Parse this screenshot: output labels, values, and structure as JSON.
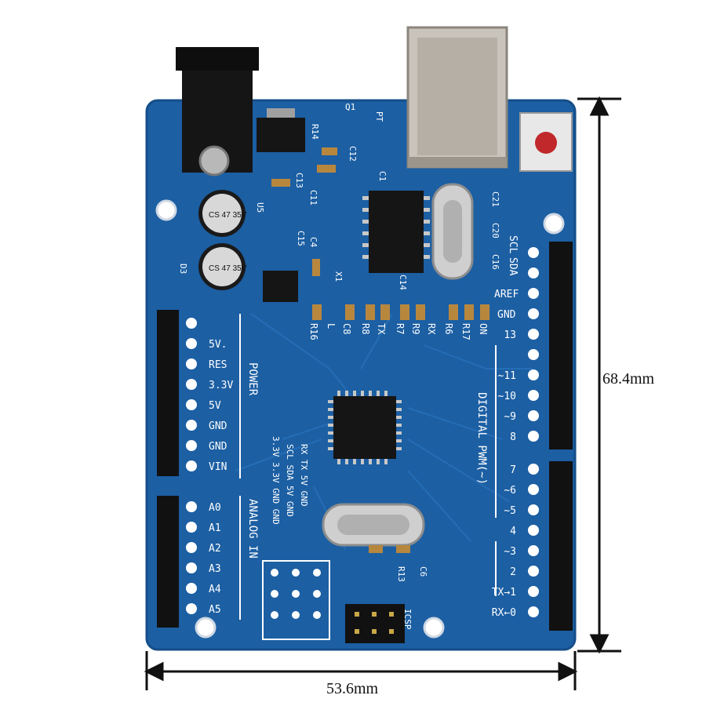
{
  "dimensions": {
    "height_label": "68.4mm",
    "width_label": "53.6mm"
  },
  "colors": {
    "board": "#1c5fa3",
    "board_edge": "#164e89",
    "silk": "#ffffff",
    "header": "#1a1a1a"
  },
  "power_header": {
    "title": "POWER",
    "pins": [
      "5V.",
      "RES",
      "3.3V",
      "5V",
      "GND",
      "GND",
      "VIN"
    ]
  },
  "analog_header": {
    "title": "ANALOG IN",
    "pins": [
      "A0",
      "A1",
      "A2",
      "A3",
      "A4",
      "A5"
    ]
  },
  "top_right_labels": [
    "SCL",
    "SDA",
    "AREF",
    "GND"
  ],
  "digital_pins": [
    "13",
    "~11",
    "~10",
    "~9",
    "8",
    "7",
    "~6",
    "~5",
    "4",
    "~3",
    "2",
    "TX→1",
    "RX←0"
  ],
  "digital_title": "DIGITAL PWM(~)",
  "led_labels": [
    "R16",
    "L",
    "C8",
    "R8",
    "TX",
    "R7",
    "R9",
    "RX",
    "R6",
    "R17",
    "ON"
  ],
  "ic_labels": [
    "Q1",
    "PT",
    "R14",
    "C12",
    "C1",
    "C13",
    "C11",
    "U5",
    "C15",
    "C4",
    "X1",
    "C14",
    "C21",
    "C20",
    "C16",
    "D3",
    "R13",
    "C6",
    "ICSP"
  ],
  "capacitor_labels": {
    "top": "CS 47 35V",
    "bottom": "CS 47 35V"
  },
  "bus_labels": {
    "row1": "RX TX 5V GND",
    "row2": "SCL SDA 5V GND",
    "row3": "3.3V 3.3V GND GND"
  }
}
